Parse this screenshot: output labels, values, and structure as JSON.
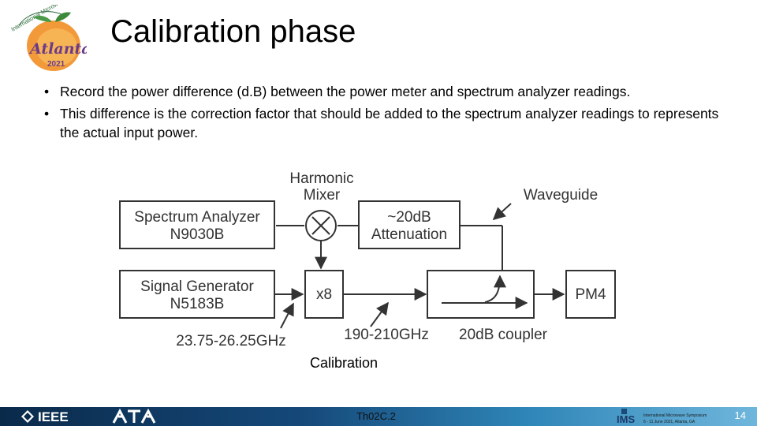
{
  "logo": {
    "text_arc": "International Microwave Symposium",
    "city": "Atlanta",
    "year": "2021"
  },
  "slide": {
    "title": "Calibration phase",
    "bullets": [
      "Record the power difference (d.B) between the power meter and spectrum analyzer readings.",
      "This difference is the correction factor that should be added to the spectrum analyzer readings to represents the actual input power."
    ]
  },
  "diagram": {
    "spectrum_analyzer": {
      "line1": "Spectrum Analyzer",
      "line2": "N9030B"
    },
    "signal_generator": {
      "line1": "Signal Generator",
      "line2": "N5183B"
    },
    "harmonic_mixer": {
      "line1": "Harmonic",
      "line2": "Mixer"
    },
    "attenuator": {
      "line1": "~20dB",
      "line2": "Attenuation"
    },
    "multiplier": "x8",
    "power_meter": "PM4",
    "waveguide": "Waveguide",
    "sg_freq": "23.75-26.25GHz",
    "mult_freq": "190-210GHz",
    "coupler": "20dB coupler"
  },
  "caption": "Calibration",
  "footer": {
    "ieee": "IEEE",
    "session": "Th02C.2",
    "ims_line1": "International Microwave Symposium",
    "ims_line2": "6 - 11 June 2021, Atlanta, GA",
    "page": "14"
  },
  "colors": {
    "footer_dark": "#0a2a4a",
    "footer_light": "#6fb6dc",
    "diagram_stroke": "#333333"
  }
}
